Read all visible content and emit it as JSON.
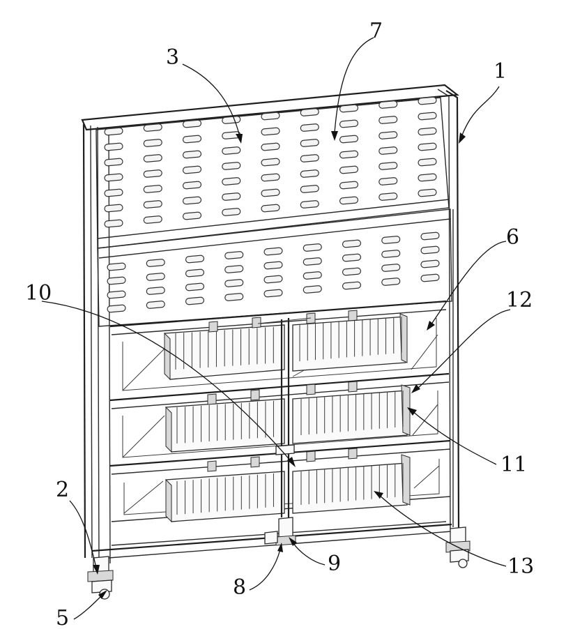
{
  "callouts": [
    {
      "id": "1",
      "label": "1"
    },
    {
      "id": "2",
      "label": "2"
    },
    {
      "id": "3",
      "label": "3"
    },
    {
      "id": "5",
      "label": "5"
    },
    {
      "id": "6",
      "label": "6"
    },
    {
      "id": "7",
      "label": "7"
    },
    {
      "id": "8",
      "label": "8"
    },
    {
      "id": "9",
      "label": "9"
    },
    {
      "id": "10",
      "label": "10"
    },
    {
      "id": "11",
      "label": "11"
    },
    {
      "id": "12",
      "label": "12"
    },
    {
      "id": "13",
      "label": "13"
    }
  ],
  "structure": {
    "upper_panel_slot_columns": 9,
    "upper_panel_slot_rows": 7,
    "lower_panel_slot_columns": 9,
    "lower_panel_slot_rows": 4,
    "shelf_tiers": 3,
    "line_color": "#2a2a2a",
    "background_color": "#ffffff"
  }
}
